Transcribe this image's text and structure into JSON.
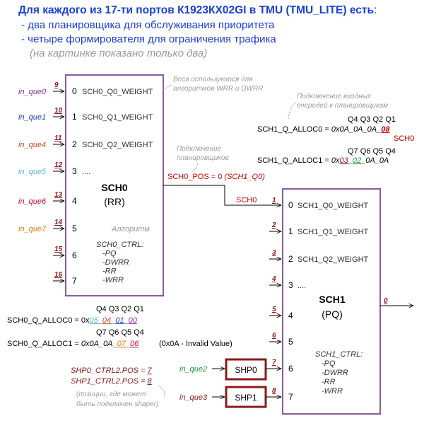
{
  "header": {
    "title_bold": "Для каждого из 17-ти портов К1923КХ02GI в TMU (TMU_LITE) есть",
    "title_colon": ":",
    "line1": "- два планировщика для обслуживания приоритета",
    "line2": "- четыре  формирователя для ограничения трафика",
    "line3": "(на картинке показано только два)"
  },
  "sch0": {
    "name": "SCH0",
    "mode": "(RR)",
    "inputs": [
      {
        "in": "in_que0",
        "num": "9",
        "port": "0",
        "label": "SCH0_Q0_WEIGHT",
        "color": "#8e2fa0"
      },
      {
        "in": "in_que1",
        "num": "10",
        "port": "1",
        "label": "SCH0_Q1_WEIGHT",
        "color": "#1a3fd6"
      },
      {
        "in": "in_que4",
        "num": "11",
        "port": "2",
        "label": "SCH0_Q2_WEIGHT",
        "color": "#c0502a"
      },
      {
        "in": "in_que5",
        "num": "12",
        "port": "3",
        "label": "....",
        "color": "#5bb8d8"
      },
      {
        "in": "in_que6",
        "num": "13",
        "port": "4",
        "label": "",
        "color": "#c8102e"
      },
      {
        "in": "in_que7",
        "num": "14",
        "port": "5",
        "label": "",
        "color": "#e07a10"
      },
      {
        "in": "",
        "num": "15",
        "port": "6",
        "label": "",
        "color": "#000000"
      },
      {
        "in": "",
        "num": "16",
        "port": "7",
        "label": "",
        "color": "#000000"
      }
    ],
    "ctrl_note": "Алгоритм",
    "ctrl": [
      "SCH0_CTRL:",
      "-PQ",
      "-DWRR",
      "-RR",
      "-WRR"
    ],
    "pos": "SCH0_POS = 0 ",
    "pos_note": "(SCH1_Q0)",
    "out_label": "SCH0"
  },
  "sch1": {
    "name": "SCH1",
    "mode": "(PQ)",
    "inputs": [
      {
        "num": "1",
        "port": "0",
        "label": "SCH1_Q0_WEIGHT"
      },
      {
        "num": "2",
        "port": "1",
        "label": "SCH1_Q1_WEIGHT"
      },
      {
        "num": "3",
        "port": "2",
        "label": "SCH1_Q2_WEIGHT"
      },
      {
        "num": "4",
        "port": "3",
        "label": "...."
      },
      {
        "num": "5",
        "port": "4",
        "label": ""
      },
      {
        "num": "6",
        "port": "5",
        "label": ""
      },
      {
        "num": "7",
        "port": "6",
        "label": ""
      },
      {
        "num": "8",
        "port": "7",
        "label": ""
      }
    ],
    "ctrl": [
      "SCH1_CTRL:",
      "-PQ",
      "-DWRR",
      "-RR",
      "-WRR"
    ],
    "out_num": "0"
  },
  "notes": {
    "weights": [
      "Веса используются для",
      "алгоритмов WRR и DWRR"
    ],
    "sched_conn": [
      "Подключение",
      "планировщиков"
    ],
    "input_conn": [
      "Подключение входных",
      "очередей к планировщикам"
    ],
    "shaper_pos": [
      "(позиции, где может",
      "быть подключен shaper)"
    ],
    "invalid": "(0x0A - Invalid Value)"
  },
  "sch1_alloc": {
    "hdr0": "Q4 Q3  Q2  Q1",
    "alloc0_label": "SCH1_Q_ALLOC0 = ",
    "alloc0_val": "0x0A_0A_0A_",
    "alloc0_hi": "08",
    "sch0_tag": "SCH0",
    "hdr1": "Q7 Q6  Q5  Q4",
    "alloc1_label": "SCH1_Q_ALLOC1 = ",
    "alloc1_a": "0x",
    "alloc1_b": "03",
    "alloc1_c": "_",
    "alloc1_d": "02",
    "alloc1_e": "_0A_0A"
  },
  "sch0_alloc": {
    "hdr0": "Q4 Q3  Q2  Q1",
    "alloc0_label": "SCH0_Q_ALLOC0 = 0x",
    "alloc0_a": "05",
    "alloc0_b": "_",
    "alloc0_c": "04",
    "alloc0_d": "_",
    "alloc0_e": "01",
    "alloc0_f": "_",
    "alloc0_g": "00",
    "hdr1": "Q7 Q6  Q5  Q4",
    "alloc1_label": "SCH0_Q_ALLOC1 = ",
    "alloc1_a": "0x0A_0A_",
    "alloc1_b": "07",
    "alloc1_c": "_",
    "alloc1_d": "06"
  },
  "shapers": {
    "shp0_ctrl": "SHP0_CTRL2.POS = ",
    "shp0_val": "7",
    "shp1_ctrl": "SHP1_CTRL2.POS = ",
    "shp1_val": "8",
    "shp0_in": "in_que2",
    "shp1_in": "in_que3",
    "shp0": "SHP0",
    "shp1": "SHP1"
  },
  "colors": {
    "box": "#8a5ca0",
    "dark_red": "#8b1a1a",
    "red": "#cc0000",
    "green": "#1a9a3a",
    "gray": "#9a9a9a",
    "blue": "#1a3fd6",
    "orange": "#e07a10",
    "cyan": "#5bb8d8"
  }
}
